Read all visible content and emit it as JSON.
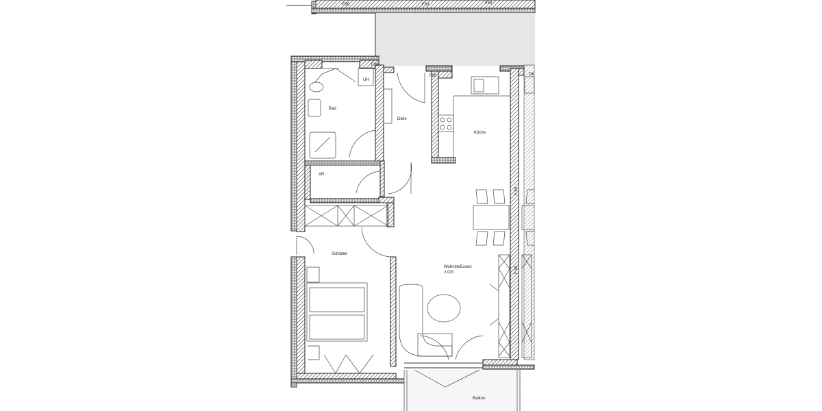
{
  "plan": {
    "floor": "2.OG",
    "rooms": {
      "bad": "Bad",
      "diele": "Diele",
      "kueche": "Küche",
      "ar": "AR",
      "schlafen": "Schlafen",
      "wohnen": "Wohnen/Essen",
      "balkon": "Balkon"
    },
    "annotations": {
      "top_f30_1": "F30",
      "top_f30_2": "F30",
      "top_f30_3": "F30",
      "bad_f30": "F30",
      "kitchen_f30": "F30",
      "uh": "UH",
      "dk": "DK",
      "f90_1": "F 90",
      "f90_2": "F 90"
    },
    "colors": {
      "lines": "#333333",
      "shaded_area": "#e6e6e6",
      "background": "#ffffff"
    }
  }
}
